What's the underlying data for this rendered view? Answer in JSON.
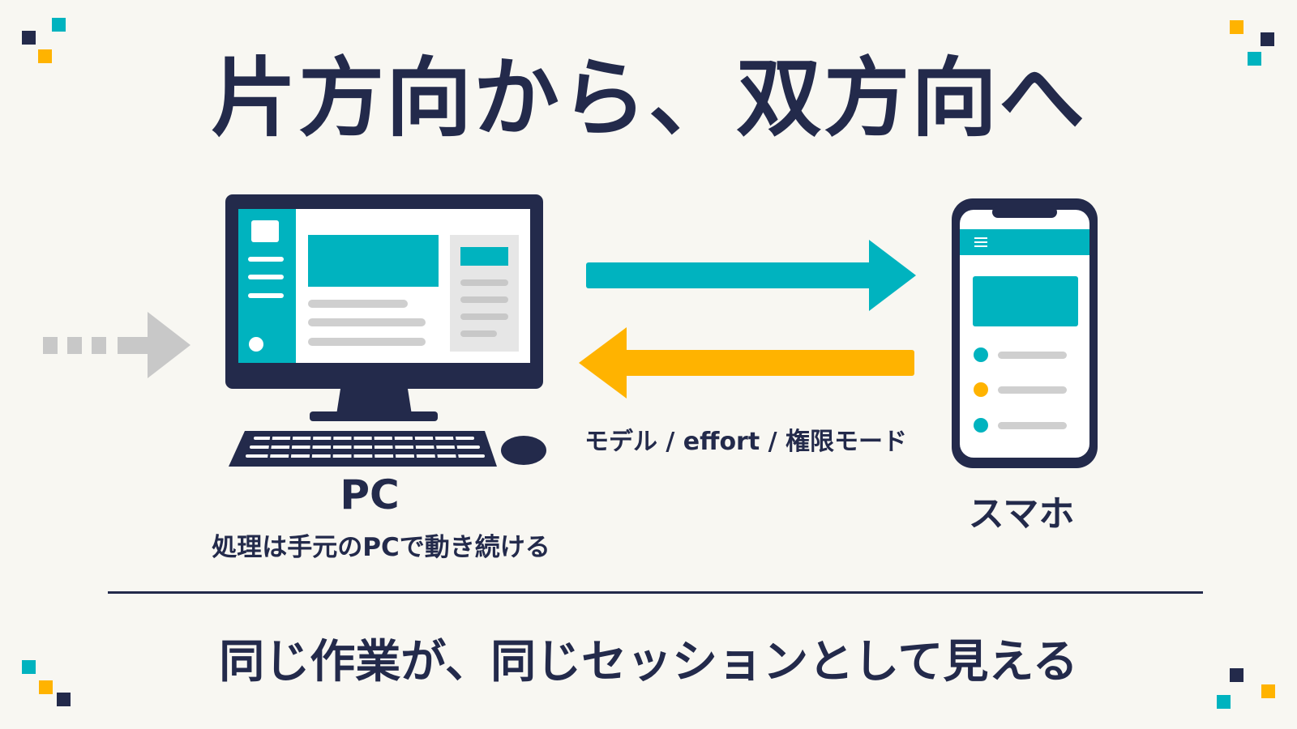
{
  "title": "片方向から、双方向へ",
  "pc": {
    "label": "PC",
    "caption": "処理は手元のPCで動き続ける"
  },
  "phone": {
    "label": "スマホ"
  },
  "sync": {
    "settings_label": "モデル / effort / 権限モード"
  },
  "footer": {
    "message": "同じ作業が、同じセッションとして見える"
  },
  "colors": {
    "navy": "#232a4b",
    "teal": "#00b3bf",
    "amber": "#ffb300",
    "gray": "#c8c8c8",
    "background": "#f8f7f2"
  }
}
